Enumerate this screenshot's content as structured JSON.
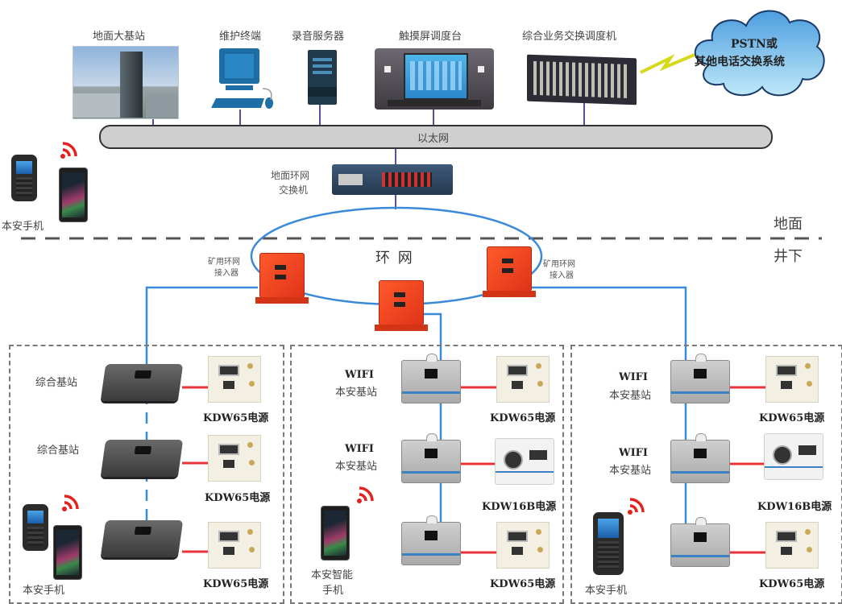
{
  "diagram": {
    "title": "矿用本安无线通信系统拓扑",
    "zones": {
      "surface_label": "地面",
      "underground_label": "井下"
    },
    "surface": {
      "devices": [
        {
          "id": "ground-base-station",
          "label": "地面大基站"
        },
        {
          "id": "maintenance-terminal",
          "label": "维护终端"
        },
        {
          "id": "recording-server",
          "label": "录音服务器"
        },
        {
          "id": "touchscreen-console",
          "label": "触摸屏调度台"
        },
        {
          "id": "dispatch-switch",
          "label": "综合业务交换调度机"
        }
      ],
      "pstn": {
        "line1": "PSTN或",
        "line2": "其他电话交换系统"
      },
      "ethernet_label": "以太网",
      "ring_switch": {
        "line1": "地面环网",
        "line2": "交换机"
      },
      "handset_label": "本安手机"
    },
    "ring": {
      "label": "环 网",
      "access_left": {
        "line1": "矿用环网",
        "line2": "接入器"
      },
      "access_right": {
        "line1": "矿用环网",
        "line2": "接入器"
      }
    },
    "groups": [
      {
        "stations": [
          {
            "label": "综合基站",
            "psu": "KDW65电源"
          },
          {
            "label": "综合基站",
            "psu": "KDW65电源"
          },
          {
            "label": "",
            "psu": "KDW65电源"
          }
        ],
        "handset_label": "本安手机"
      },
      {
        "stations": [
          {
            "label1": "WIFI",
            "label2": "本安基站",
            "psu": "KDW65电源"
          },
          {
            "label1": "WIFI",
            "label2": "本安基站",
            "psu": "KDW16B电源"
          },
          {
            "label1": "",
            "label2": "",
            "psu": "KDW65电源"
          }
        ],
        "handset_label1": "本安智能",
        "handset_label2": "手机"
      },
      {
        "stations": [
          {
            "label1": "WIFI",
            "label2": "本安基站",
            "psu": "KDW65电源"
          },
          {
            "label1": "WIFI",
            "label2": "本安基站",
            "psu": "KDW16B电源"
          },
          {
            "label1": "",
            "label2": "",
            "psu": "KDW65电源"
          }
        ],
        "handset_label": "本安手机"
      }
    ],
    "colors": {
      "ring_link": "#3b8ad9",
      "power_link": "#e8333a",
      "lan_drop": "#5a4f9a",
      "divider": "#555555",
      "wifi_signal": "#e8201c"
    }
  }
}
